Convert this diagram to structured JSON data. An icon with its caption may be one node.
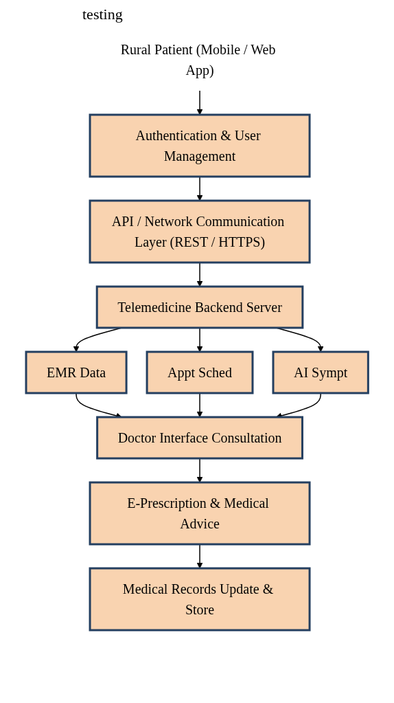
{
  "diagram": {
    "nodes": [
      {
        "text": [
          "Rural Patient (Mobile / Web App)"
        ]
      },
      {
        "text": [
          "Authentication & User Management"
        ]
      },
      {
        "text": [
          "API / Network Communication Layer (REST / HTTPS)"
        ]
      },
      {
        "text": [
          "Telemedicine Backend Server"
        ]
      },
      {
        "text": [
          "EMR Data"
        ]
      },
      {
        "text": [
          "Appt Sched"
        ]
      },
      {
        "text": [
          "AI Sympt"
        ]
      },
      {
        "text": [
          "Doctor Interface Consultation"
        ]
      },
      {
        "text": [
          "E-Prescription & Medical Advice"
        ]
      },
      {
        "text": [
          "Medical Records Update & Store"
        ]
      }
    ],
    "edges": [
      {
        "from": 0,
        "to": 1,
        "arrow": "to"
      },
      {
        "from": 1,
        "to": 2,
        "arrow": "to"
      },
      {
        "from": 2,
        "to": 3,
        "arrow": "to"
      },
      {
        "from": 3,
        "to": 4,
        "arrow": "to"
      },
      {
        "from": 3,
        "to": 5,
        "arrow": "to"
      },
      {
        "from": 3,
        "to": 6,
        "arrow": "to"
      },
      {
        "from": 4,
        "to": 7,
        "arrow": "to"
      },
      {
        "from": 5,
        "to": 7,
        "arrow": "to"
      },
      {
        "from": 6,
        "to": 7,
        "arrow": "to"
      },
      {
        "from": 7,
        "to": 8,
        "arrow": "to"
      },
      {
        "from": 8,
        "to": 9,
        "arrow": "to"
      }
    ],
    "labels": [
      "testing"
    ]
  }
}
